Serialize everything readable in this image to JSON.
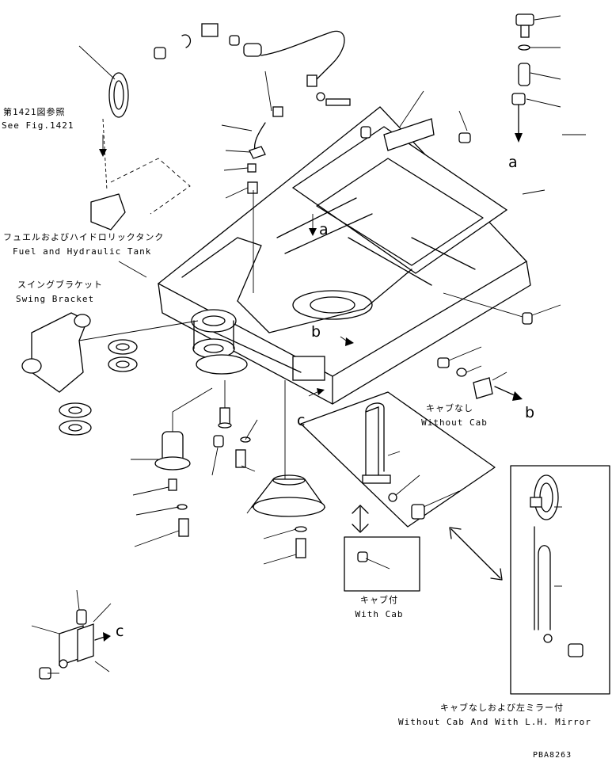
{
  "labels": {
    "see_fig_jp": "第1421図参照",
    "see_fig_en": "See Fig.1421",
    "tank_jp": "フュエルおよびハイドロリックタンク",
    "tank_en": "Fuel and Hydraulic Tank",
    "swing_jp": "スイングブラケット",
    "swing_en": "Swing Bracket",
    "without_cab_jp": "キャブなし",
    "without_cab_en": "Without Cab",
    "with_cab_jp": "キャブ付",
    "with_cab_en": "With Cab",
    "mirror_jp": "キャブなしおよび左ミラー付",
    "mirror_en": "Without Cab And With L.H. Mirror",
    "drawing_no": "PBA8263"
  },
  "markers": {
    "a": "a",
    "b": "b",
    "c": "c"
  },
  "colors": {
    "ink": "#000000",
    "paper": "#ffffff"
  }
}
